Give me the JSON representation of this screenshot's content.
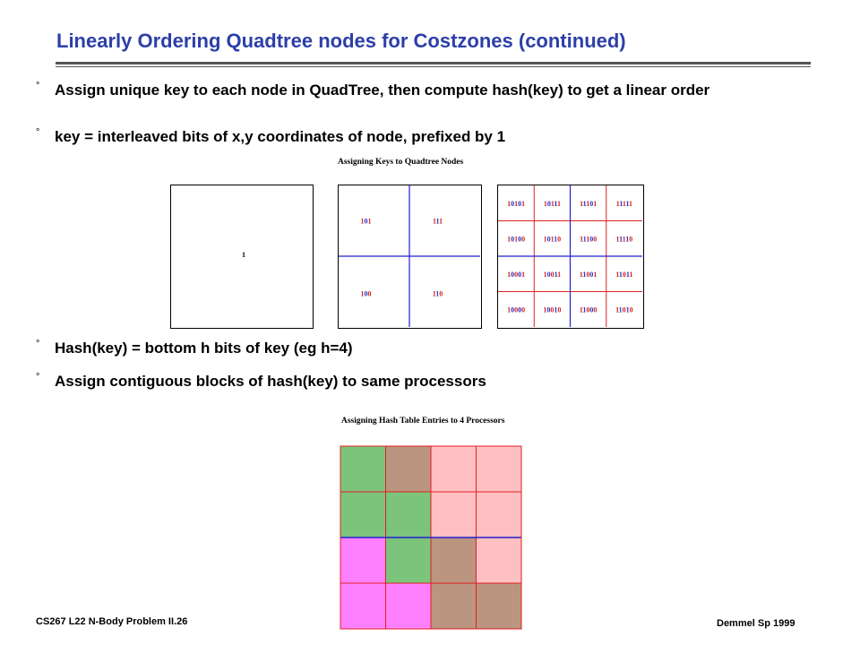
{
  "slide": {
    "title": "Linearly Ordering Quadtree nodes for Costzones (continued)",
    "bullet_mark": "°",
    "bullets": [
      "Assign unique key to each node in QuadTree, then compute hash(key) to get a linear order",
      "key = interleaved bits of x,y coordinates of node, prefixed by 1",
      "Hash(key) = bottom h bits of key (eg h=4)",
      "Assign contiguous blocks of hash(key) to same processors"
    ],
    "footer_left": "CS267  L22 N-Body Problem II.26",
    "footer_right": "Demmel Sp 1999"
  },
  "figure1": {
    "caption": "Assigning Keys to Quadtree Nodes",
    "level0": {
      "key": "1"
    },
    "level1": {
      "keys": [
        [
          "101",
          "111"
        ],
        [
          "100",
          "110"
        ]
      ]
    },
    "level2": {
      "keys": [
        [
          "10101",
          "10111",
          "11101",
          "11111"
        ],
        [
          "10100",
          "10110",
          "11100",
          "11110"
        ],
        [
          "10001",
          "10011",
          "11001",
          "11011"
        ],
        [
          "10000",
          "10010",
          "11000",
          "11010"
        ]
      ]
    }
  },
  "figure2": {
    "caption": "Assigning Hash Table Entries to 4 Processors",
    "cell_colors": [
      [
        "green",
        "brown",
        "pink",
        "pink"
      ],
      [
        "green",
        "green",
        "pink",
        "pink"
      ],
      [
        "magenta",
        "green",
        "brown",
        "pink"
      ],
      [
        "magenta",
        "magenta",
        "brown",
        "brown"
      ]
    ]
  },
  "colors": {
    "title": "#2c3fa8",
    "bit_even": "#d42020",
    "bit_odd": "#2030c8",
    "grid_red": "#e02020",
    "grid_blue": "#2020d0",
    "green": "#7cc47c",
    "brown": "#bc9580",
    "pink": "#ffc0c4",
    "magenta": "#ff80ff"
  }
}
